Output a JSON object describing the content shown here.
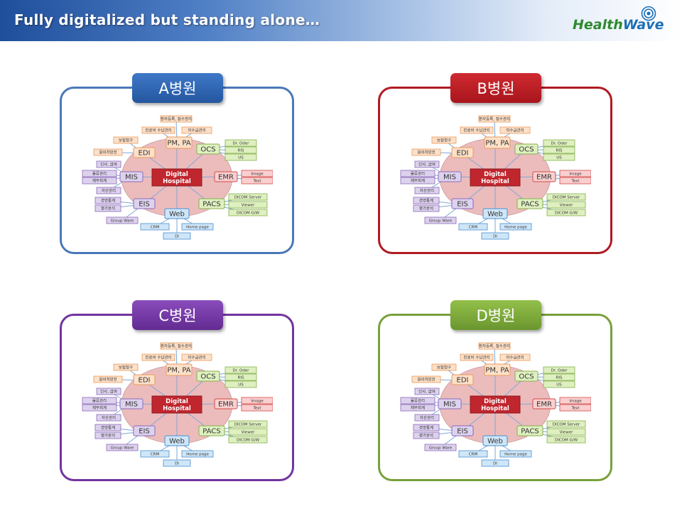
{
  "header": {
    "title": "Fully digitalized but standing alone…",
    "logo_health": "Health",
    "logo_wave": "Wave"
  },
  "colors": {
    "a": "#4a78b8",
    "b": "#b01a22",
    "c": "#7134a0",
    "d": "#78a03c"
  },
  "hospitals": [
    {
      "label": "A병원"
    },
    {
      "label": "B병원"
    },
    {
      "label": "C병원"
    },
    {
      "label": "D병원"
    }
  ],
  "diagram": {
    "center": [
      "Digital",
      "Hospital"
    ],
    "modules": {
      "pm": "PM, PA",
      "edi": "EDI",
      "ocs": "OCS",
      "mis": "MIS",
      "emr": "EMR",
      "eis": "EIS",
      "pacs": "PACS",
      "web": "Web"
    },
    "pm_items": [
      "환자등록, 접수관리",
      "진료비 수납관리",
      "미수금관리"
    ],
    "edi_items": [
      "보험청구",
      "원외처방전"
    ],
    "ocs_items": [
      "Dr. Oder",
      "RIS",
      "US"
    ],
    "mis_items": [
      "인사, 급여",
      "물류관리",
      "재무회계",
      "자산관리"
    ],
    "emr_items": [
      "Image",
      "Text"
    ],
    "eis_items": [
      "경영통계",
      "평가분석",
      "Group Ware"
    ],
    "pacs_items": [
      "DICOM Server",
      "Viewer",
      "DICOM G/W"
    ],
    "web_items": [
      "CRM",
      "Home page",
      "DI"
    ]
  }
}
